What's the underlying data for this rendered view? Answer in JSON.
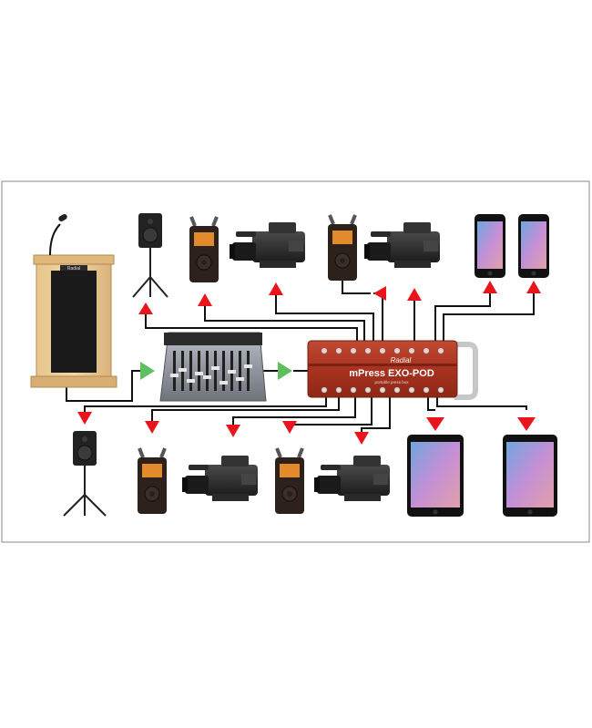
{
  "diagram": {
    "pod_brand": "Radial",
    "pod_model": "mPress EXO-POD",
    "pod_tagline": "portable press box",
    "podium_badge": "Radial",
    "colors": {
      "cable": "#111111",
      "output_arrow": "#e8161b",
      "input_arrow": "#5fbf5f",
      "pod_body": "#b23a2a",
      "frame": "#8a8a8a"
    },
    "devices": {
      "podium": "podium with microphone",
      "mixer": "audio mixer",
      "pod": "press box splitter",
      "speakers": 2,
      "recorders": 4,
      "cameras": 4,
      "phones": 2,
      "tablets": 2
    }
  }
}
